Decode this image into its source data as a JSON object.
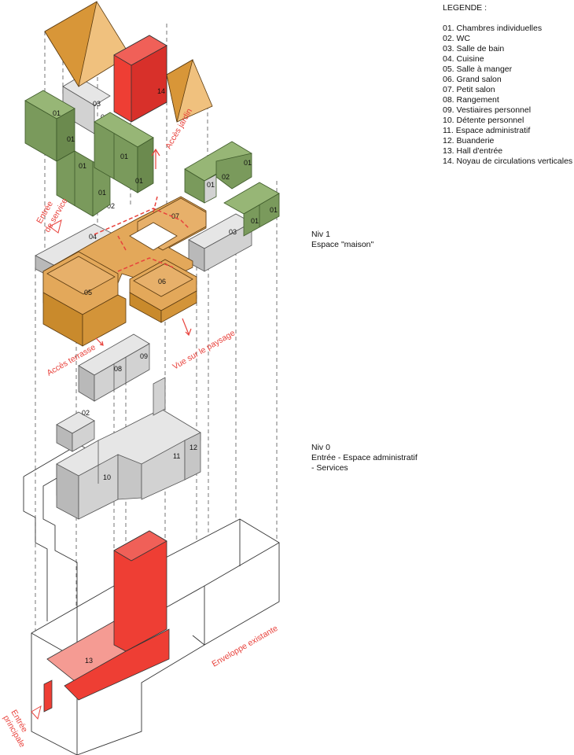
{
  "legend": {
    "title": "LEGENDE :",
    "items": [
      "01. Chambres individuelles",
      "02. WC",
      "03. Salle de bain",
      "04. Cuisine",
      "05. Salle à manger",
      "06. Grand salon",
      "07. Petit salon",
      "08. Rangement",
      "09. Vestiaires personnel",
      "10. Détente personnel",
      "11. Espace administratif",
      "12. Buanderie",
      "13. Hall d'entrée",
      "14. Noyau de circulations verticales"
    ]
  },
  "levels": {
    "niv1": {
      "line1": "Niv 1",
      "line2": "Espace \"maison\""
    },
    "niv0": {
      "line1": "Niv 0",
      "line2": "Entrée - Espace administratif",
      "line3": "- Services"
    }
  },
  "annotations": {
    "acces_jardin": "Accès jardin",
    "entree_service_1": "Entrée",
    "entree_service_2": "de service",
    "acces_terrasse": "Accès terrasse",
    "vue_paysage": "Vue sur le paysage",
    "enveloppe": "Enveloppe existante",
    "entree_principale_1": "Entrée",
    "entree_principale_2": "principale"
  },
  "room_labels": {
    "r01": "01",
    "r02": "02",
    "r03": "03",
    "r04": "04",
    "r05": "05",
    "r06": "06",
    "r07": "07",
    "r08": "08",
    "r09": "09",
    "r10": "10",
    "r11": "11",
    "r12": "12",
    "r13": "13",
    "r14": "14"
  },
  "colors": {
    "bedroom": "#7a9a5c",
    "bedroom_top": "#97b676",
    "service_grey": "#cfcfcf",
    "service_grey_top": "#e6e6e6",
    "living_orange": "#e3a85a",
    "living_frame": "#c98a2c",
    "roof_dark": "#d89638",
    "roof_light": "#f0c17e",
    "core_red": "#ee3e34",
    "hall_pink": "#f59b93",
    "annotation_red": "#e8423c"
  }
}
